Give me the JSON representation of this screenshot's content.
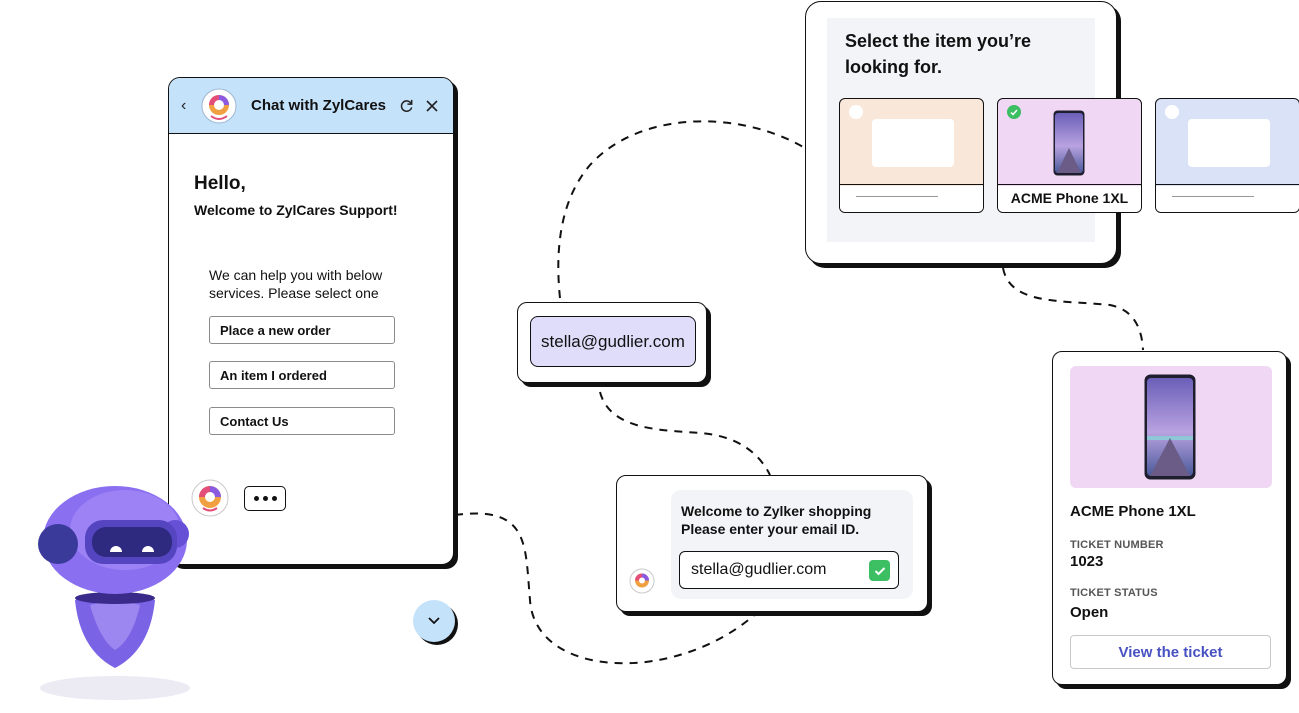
{
  "chat": {
    "title": "Chat with ZylCares",
    "greeting": "Hello,",
    "welcome": "Welcome to ZylCares Support!",
    "help_text": "We can help you with below services. Please select one",
    "options": [
      "Place a new order",
      "An item I ordered",
      "Contact Us"
    ],
    "icons": {
      "back": "chevron-left-icon",
      "refresh": "refresh-icon",
      "close": "close-icon"
    }
  },
  "email_chip": {
    "value": "stella@gudlier.com"
  },
  "zylker": {
    "line1": "Welcome to Zylker shopping",
    "line2": "Please enter your email ID.",
    "input_value": "stella@gudlier.com"
  },
  "item_select": {
    "title": "Select the item you’re looking for.",
    "items": [
      {
        "label": "",
        "selected": false,
        "bg": "#f9e7d9"
      },
      {
        "label": "ACME Phone 1XL",
        "selected": true,
        "bg": "#f0d8f4"
      },
      {
        "label": "",
        "selected": false,
        "bg": "#d9e2f6"
      }
    ]
  },
  "ticket": {
    "product": "ACME Phone 1XL",
    "number_label": "TICKET NUMBER",
    "number": "1023",
    "status_label": "TICKET STATUS",
    "status": "Open",
    "button": "View the ticket"
  },
  "colors": {
    "header_bg": "#c5e2fb",
    "chip_bg": "#e0ddfb",
    "success": "#3cbf63",
    "link": "#4751c2",
    "robot": "#7b63e6"
  }
}
